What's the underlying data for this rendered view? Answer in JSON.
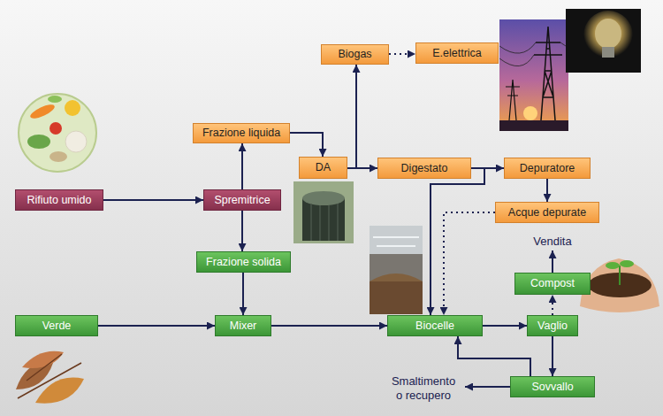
{
  "diagram": {
    "nodes": [
      {
        "text": [
          "Biogas"
        ]
      },
      {
        "text": [
          "E.elettrica"
        ]
      },
      {
        "text": [
          "Frazione liquida"
        ]
      },
      {
        "text": [
          "DA"
        ]
      },
      {
        "text": [
          "Digestato"
        ]
      },
      {
        "text": [
          "Depuratore"
        ]
      },
      {
        "text": [
          "Acque depurate"
        ]
      },
      {
        "text": [
          "Rifiuto umido"
        ]
      },
      {
        "text": [
          "Spremitrice"
        ]
      },
      {
        "text": [
          "Frazione solida"
        ]
      },
      {
        "text": [
          "Compost"
        ]
      },
      {
        "text": [
          "Verde"
        ]
      },
      {
        "text": [
          "Mixer"
        ]
      },
      {
        "text": [
          "Biocelle"
        ]
      },
      {
        "text": [
          "Vaglio"
        ]
      },
      {
        "text": [
          "Sovvallo"
        ]
      }
    ],
    "edges": [
      {
        "from": 7,
        "to": 8,
        "arrow": "to"
      },
      {
        "from": 8,
        "to": 2,
        "arrow": "to"
      },
      {
        "from": 8,
        "to": 9,
        "arrow": "to"
      },
      {
        "from": 2,
        "to": 3,
        "arrow": "to"
      },
      {
        "from": 3,
        "to": 0,
        "arrow": "to"
      },
      {
        "from": 0,
        "to": 1,
        "arrow": "to"
      },
      {
        "from": 3,
        "to": 4,
        "arrow": "to"
      },
      {
        "from": 4,
        "to": 5,
        "arrow": "to"
      },
      {
        "from": 4,
        "to": 13,
        "arrow": "to"
      },
      {
        "from": 5,
        "to": 6,
        "arrow": "to"
      },
      {
        "from": 6,
        "to": 13,
        "arrow": "to"
      },
      {
        "from": 9,
        "to": 12,
        "arrow": "to"
      },
      {
        "from": 11,
        "to": 12,
        "arrow": "to"
      },
      {
        "from": 12,
        "to": 13,
        "arrow": "to"
      },
      {
        "from": 13,
        "to": 14,
        "arrow": "to"
      },
      {
        "from": 14,
        "to": 10,
        "arrow": "to"
      },
      {
        "from": 14,
        "to": 15,
        "arrow": "to"
      },
      {
        "from": 15,
        "to": 13,
        "arrow": "to"
      }
    ],
    "labels": [
      "Vendita",
      "Smaltimento o recupero"
    ]
  }
}
